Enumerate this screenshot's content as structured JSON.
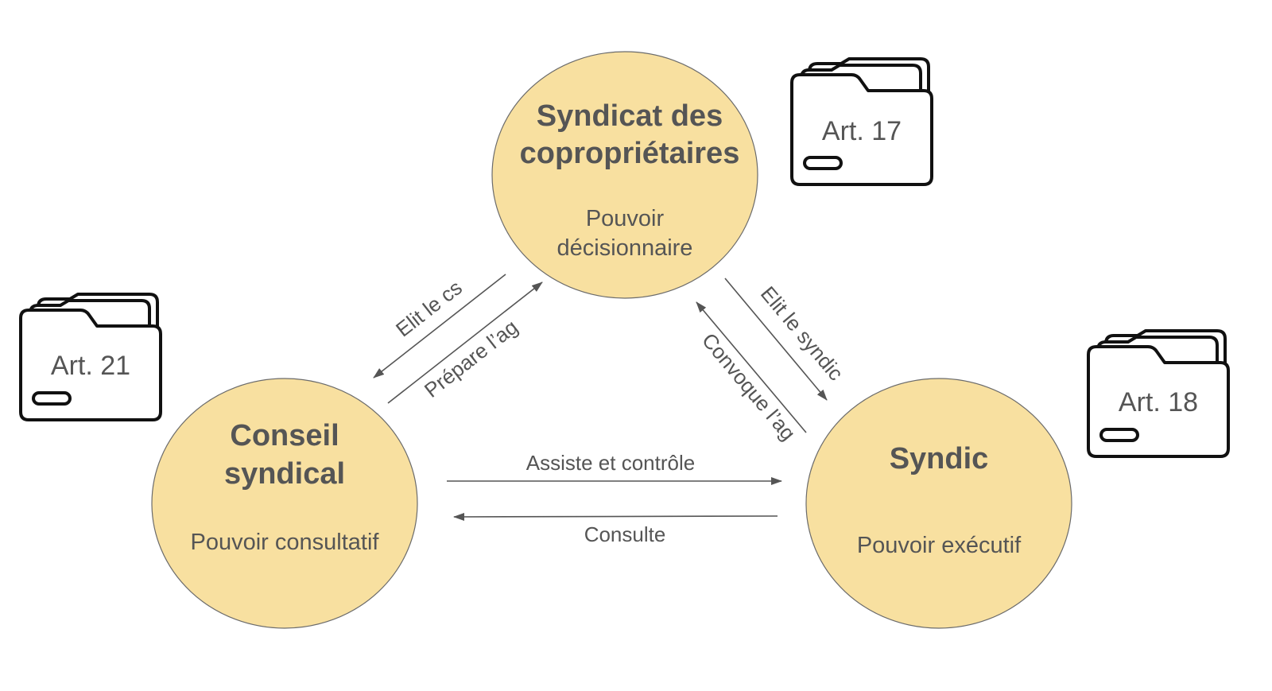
{
  "nodes": {
    "syndicat": {
      "title_line1": "Syndicat des",
      "title_line2": "copropriétaires",
      "sub_line1": "Pouvoir",
      "sub_line2": "décisionnaire"
    },
    "conseil": {
      "title_line1": "Conseil",
      "title_line2": "syndical",
      "sub_line1": "Pouvoir consultatif"
    },
    "syndic": {
      "title_line1": "Syndic",
      "sub_line1": "Pouvoir exécutif"
    }
  },
  "edges": {
    "elit_cs": "Elit le cs",
    "prepare_ag": "Prépare l’ag",
    "elit_syndic": "Elit le syndic",
    "convoque_ag": "Convoque l’ag",
    "assiste": "Assiste et contrôle",
    "consulte": "Consulte"
  },
  "folders": {
    "art17": "Art. 17",
    "art21": "Art. 21",
    "art18": "Art. 18"
  },
  "icons": [
    "folder-icon"
  ],
  "colors": {
    "node_fill": "#f8e0a0",
    "text": "#555555",
    "lines": "#555555"
  }
}
